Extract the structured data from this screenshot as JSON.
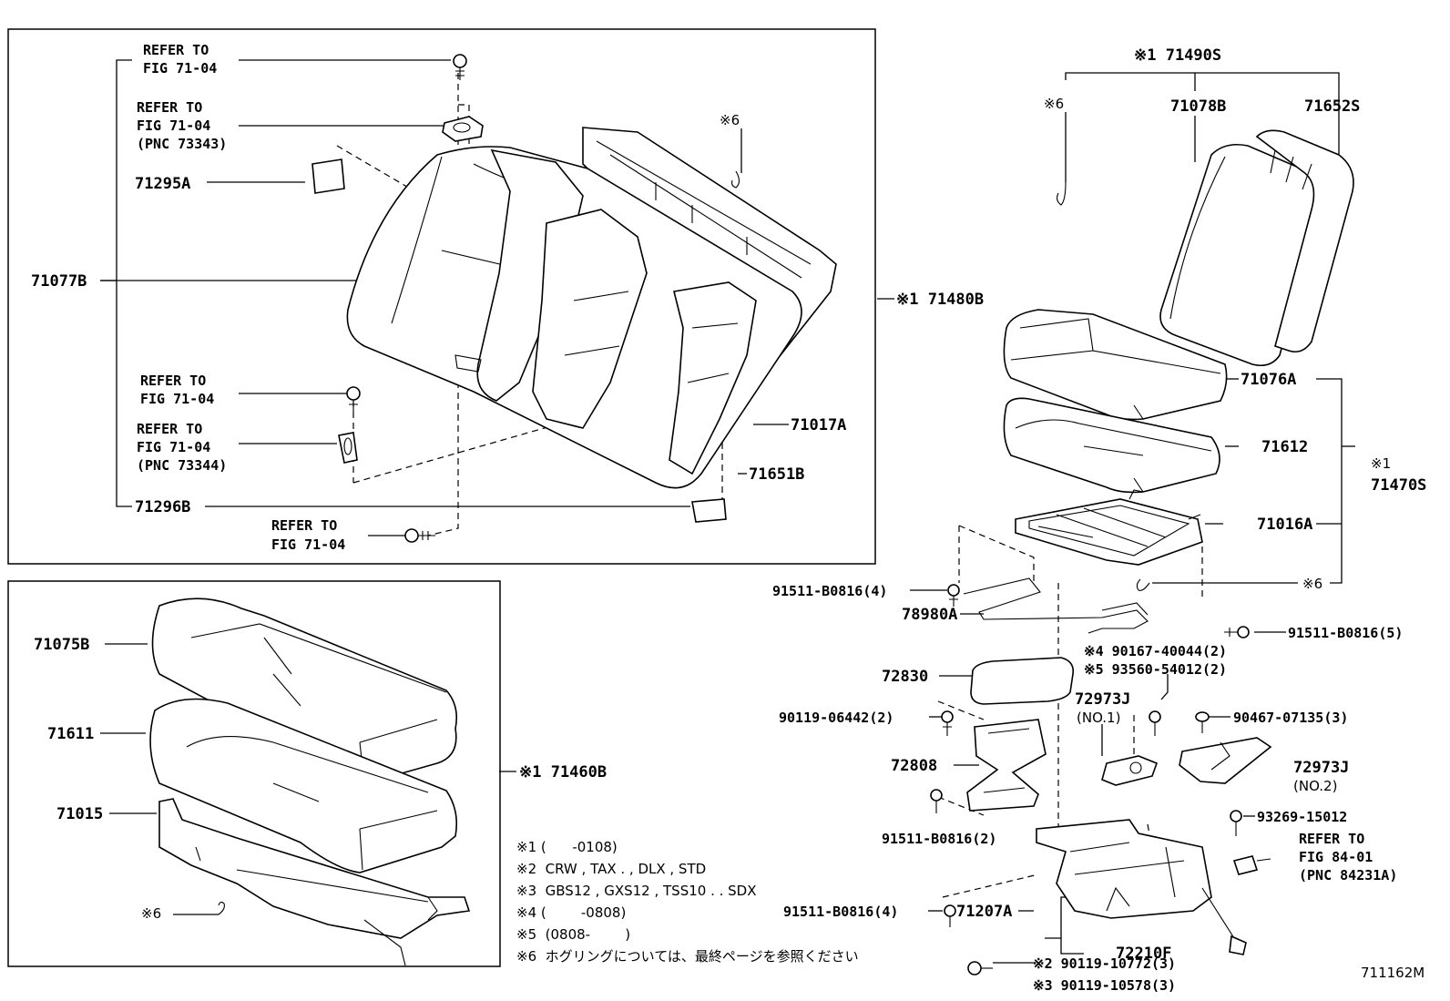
{
  "diagram_code": "711162M",
  "labels": {
    "rb_refer1": "REFER TO",
    "rb_fig1": "FIG 71-04",
    "rb_refer2": "REFER TO",
    "rb_fig2": "FIG 71-04",
    "rb_pnc2": "(PNC 73343)",
    "p71295A": "71295A",
    "p71077B": "71077B",
    "rb_refer3": "REFER TO",
    "rb_fig3": "FIG 71-04",
    "rb_refer4": "REFER TO",
    "rb_fig4": "FIG 71-04",
    "rb_pnc4": "(PNC 73344)",
    "p71296B": "71296B",
    "rb_refer5": "REFER TO",
    "rb_fig5": "FIG 71-04",
    "rb_note6": "※6",
    "p71480B": "※1 71480B",
    "p71017A": "71017A",
    "p71651B": "71651B",
    "p71075B": "71075B",
    "p71611": "71611",
    "p71015": "71015",
    "lb_note6": "※6",
    "p71460B": "※1 71460B",
    "p71490S": "※1 71490S",
    "r_note6": "※6",
    "p71078B": "71078B",
    "p71652S": "71652S",
    "p71076A": "71076A",
    "p71612": "71612",
    "p71470S_mark": "※1",
    "p71470S": "71470S",
    "p71016A": "71016A",
    "r_note6b": "※6",
    "p91511_4a": "91511-B0816(4)",
    "p78980A": "78980A",
    "p91511_5": "91511-B0816(5)",
    "p90167": "※4 90167-40044(2)",
    "p93560": "※5 93560-54012(2)",
    "p72830": "72830",
    "p72973J_1": "72973J",
    "no1": "(NO.1)",
    "p90119_06442": "90119-06442(2)",
    "p90467": "90467-07135(3)",
    "p72808": "72808",
    "p72973J_2": "72973J",
    "no2": "(NO.2)",
    "p93269": "93269-15012",
    "p91511_2": "91511-B0816(2)",
    "rr_refer": "REFER TO",
    "rr_fig": "FIG 84-01",
    "rr_pnc": "(PNC 84231A)",
    "p91511_4b": "91511-B0816(4)",
    "p71207A": "71207A",
    "p72210F": "72210F",
    "p90119_10772": "※2 90119-10772(3)",
    "p90119_10578": "※3 90119-10578(3)"
  },
  "notes": [
    "※1 (      -0108)",
    "※2  CRW , TAX . , DLX , STD",
    "※3  GBS12 , GXS12 , TSS10 . . SDX",
    "※4 (        -0808)",
    "※5  (0808-        )",
    "※6  ホグリングについては、最終ページを参照ください"
  ]
}
